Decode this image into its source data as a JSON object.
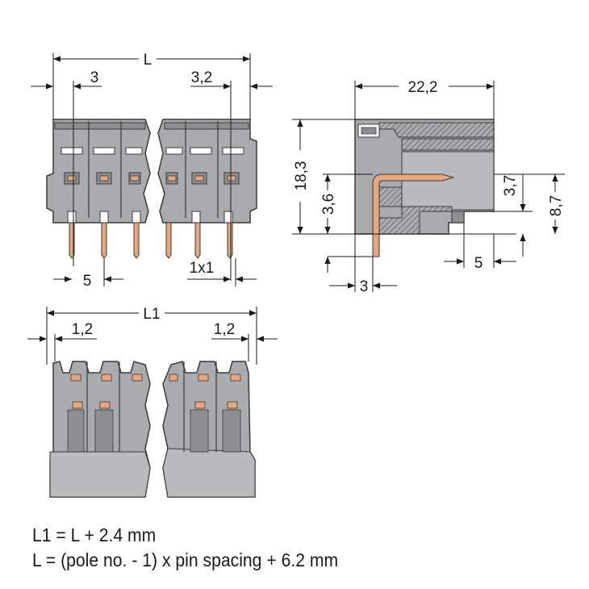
{
  "dimensions": {
    "L": "L",
    "pitch_left": "3",
    "pitch_right": "3,2",
    "pin_spacing": "5",
    "pin_size": "1x1",
    "depth": "22,2",
    "height": "18,3",
    "pin_height": "3,6",
    "pin_offset_top": "3,7",
    "side_height": "8,7",
    "side_offset": "5",
    "pin_offset_side": "3",
    "L1": "L1",
    "edge_left": "1,2",
    "edge_right": "1,2"
  },
  "formulas": {
    "l1": "L1 = L + 2.4 mm",
    "l": "L = (pole no. - 1) x pin spacing + 6.2 mm"
  },
  "colors": {
    "housing": "#a9abae",
    "housing_dark": "#8c8e91",
    "pin": "#e8a67e",
    "line": "#1a1a1a"
  }
}
